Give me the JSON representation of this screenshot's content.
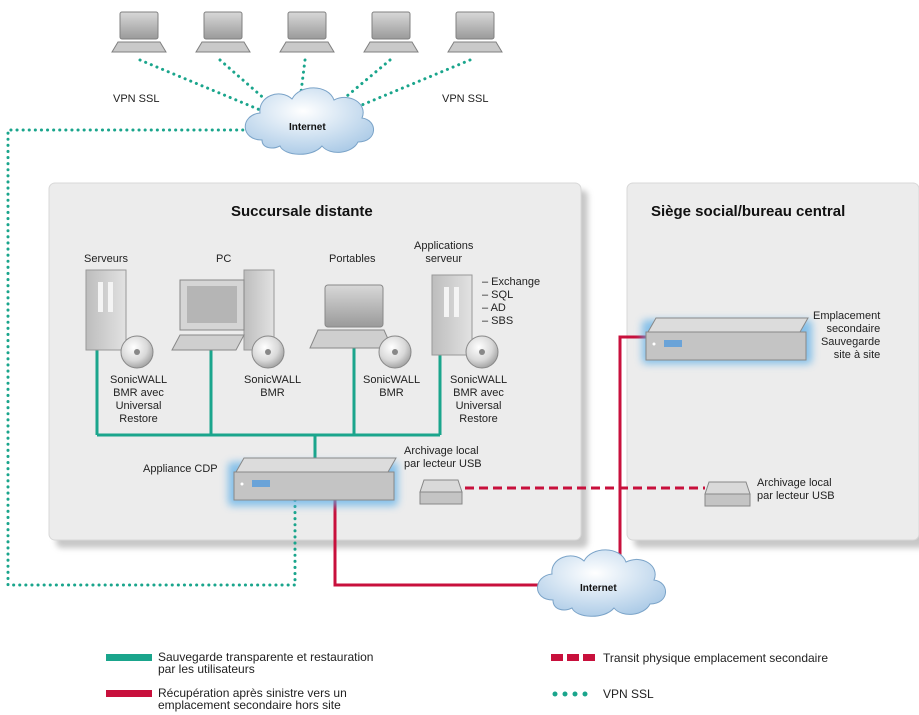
{
  "zones": {
    "branch_title": "Succursale distante",
    "hq_title": "Siège social/bureau central"
  },
  "top": {
    "vpn_left": "VPN SSL",
    "vpn_right": "VPN SSL",
    "cloud_label": "Internet"
  },
  "bottom_cloud_label": "Internet",
  "branch": {
    "servers_label": "Serveurs",
    "pc_label": "PC",
    "laptops_label": "Portables",
    "apps_label": "Applications\nserveur",
    "apps_list": "– Exchange\n– SQL\n– AD\n– SBS",
    "bmr_servers": "SonicWALL\nBMR avec\nUniversal\nRestore",
    "bmr_pc": "SonicWALL\nBMR",
    "bmr_laptops": "SonicWALL\nBMR",
    "bmr_apps": "SonicWALL\nBMR avec\nUniversal\nRestore",
    "cdp_label": "Appliance CDP",
    "usb_label": "Archivage local\npar lecteur USB"
  },
  "hq": {
    "secondary_label": "Emplacement\nsecondaire\nSauvegarde\nsite à site",
    "usb_label": "Archivage local\npar lecteur USB"
  },
  "legend": {
    "teal": "Sauvegarde transparente et restauration\npar les utilisateurs",
    "red_solid": "Récupération après sinistre vers un\nemplacement secondaire hors site",
    "red_dashed": "Transit physique emplacement secondaire",
    "dotted": "VPN SSL"
  },
  "colors": {
    "teal": "#1aa58c",
    "red": "#c8103c",
    "zone": "#ececec"
  }
}
